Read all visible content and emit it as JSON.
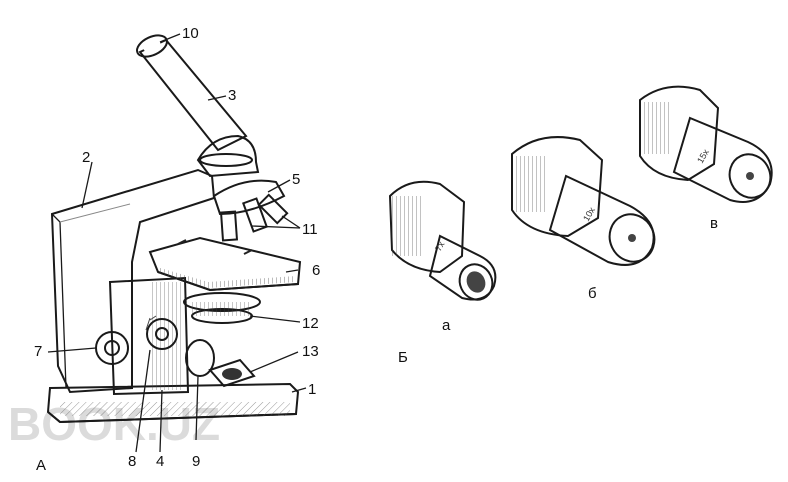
{
  "figure_a": {
    "panel_label": "А",
    "callouts": [
      {
        "id": "1",
        "text": "1"
      },
      {
        "id": "2",
        "text": "2"
      },
      {
        "id": "3",
        "text": "3"
      },
      {
        "id": "4",
        "text": "4"
      },
      {
        "id": "5",
        "text": "5"
      },
      {
        "id": "6",
        "text": "6"
      },
      {
        "id": "7",
        "text": "7"
      },
      {
        "id": "8",
        "text": "8"
      },
      {
        "id": "9",
        "text": "9"
      },
      {
        "id": "10",
        "text": "10"
      },
      {
        "id": "11",
        "text": "11"
      },
      {
        "id": "12",
        "text": "12"
      },
      {
        "id": "13",
        "text": "13"
      }
    ]
  },
  "figure_b": {
    "panel_label": "Б",
    "eyepieces": [
      {
        "label": "а",
        "engraving": "7x"
      },
      {
        "label": "б",
        "engraving": "10x"
      },
      {
        "label": "в",
        "engraving": "15x"
      }
    ]
  },
  "watermark": {
    "text": "BOOK.UZ"
  }
}
